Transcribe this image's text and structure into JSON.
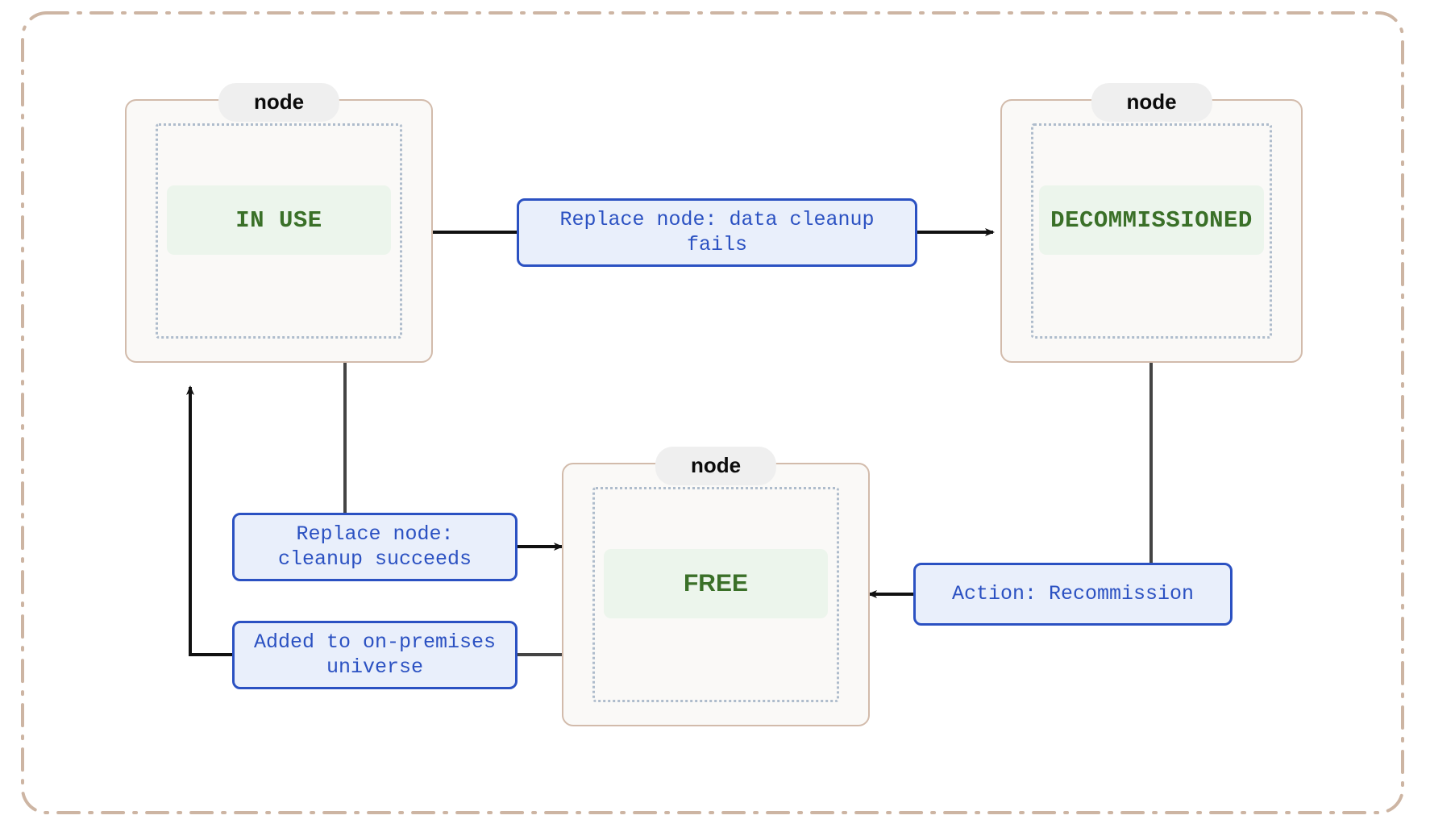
{
  "diagram": {
    "type": "state-diagram",
    "colors": {
      "frame_border": "#cdb5a3",
      "cluster_border": "#d2bbab",
      "cluster_fill": "#faf9f7",
      "cluster_inner_border": "#aebccc",
      "cluster_title_fill": "#efefef",
      "state_fill": "#ecf5ec",
      "state_text": "#3a7028",
      "edge_label_fill": "#e9effb",
      "edge_label_border": "#2b51c2",
      "edge_label_text": "#2b51c2",
      "edge_line": "#333333",
      "background": "#ffffff"
    },
    "clusters": [
      {
        "title": "node",
        "state": "IN USE"
      },
      {
        "title": "node",
        "state": "DECOMMISSIONED"
      },
      {
        "title": "node",
        "state": "FREE"
      }
    ],
    "states": {
      "in_use": "IN USE",
      "decommissioned": "DECOMMISSIONED",
      "free": "FREE"
    },
    "cluster_titles": {
      "in_use": "node",
      "decommissioned": "node",
      "free": "node"
    },
    "transitions": [
      {
        "id": "t1",
        "from": "IN USE",
        "to": "DECOMMISSIONED",
        "label": "Replace node: data cleanup fails"
      },
      {
        "id": "t2",
        "from": "IN USE",
        "to": "FREE",
        "label": "Replace node:\ncleanup succeeds"
      },
      {
        "id": "t3",
        "from": "FREE",
        "to": "IN USE",
        "label": "Added to on-premises\nuniverse"
      },
      {
        "id": "t4",
        "from": "DECOMMISSIONED",
        "to": "FREE",
        "label": "Action: Recommission"
      }
    ],
    "labels": {
      "t1": "Replace node: data cleanup\nfails",
      "t2": "Replace node:\ncleanup succeeds",
      "t3": "Added to on-premises\nuniverse",
      "t4": "Action: Recommission"
    }
  }
}
